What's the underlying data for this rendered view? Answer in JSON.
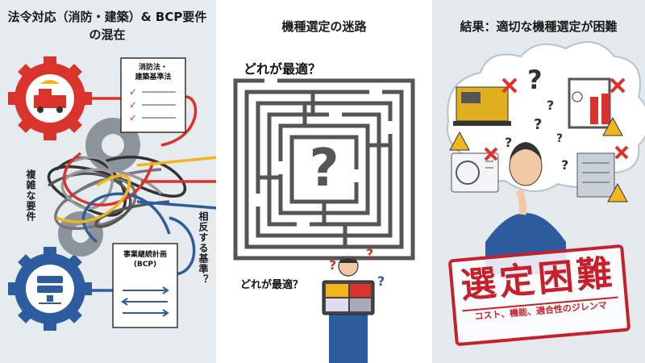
{
  "panel1": {
    "title": "法令対応（消防・建築）& BCP要件の混在",
    "doc_top": "消防法・\n建築基準法",
    "doc_bottom": "事業継続計画\n(BCP)",
    "side_left": "複雑な要件",
    "side_right": "相反する基準？"
  },
  "panel2": {
    "title": "機種選定の迷路",
    "q_top": "どれが最適？",
    "q_bottom": "どれが最適？",
    "center_mark": "?"
  },
  "panel3": {
    "title": "結果：適切な機種選定が困難",
    "stamp_big": "選定困難",
    "stamp_small": "コスト、機能、適合性のジレンマ"
  },
  "colors": {
    "red": "#d9332b",
    "blue": "#2e5d9f",
    "yellow": "#f2b51d",
    "accent_stamp": "#c8202a"
  }
}
